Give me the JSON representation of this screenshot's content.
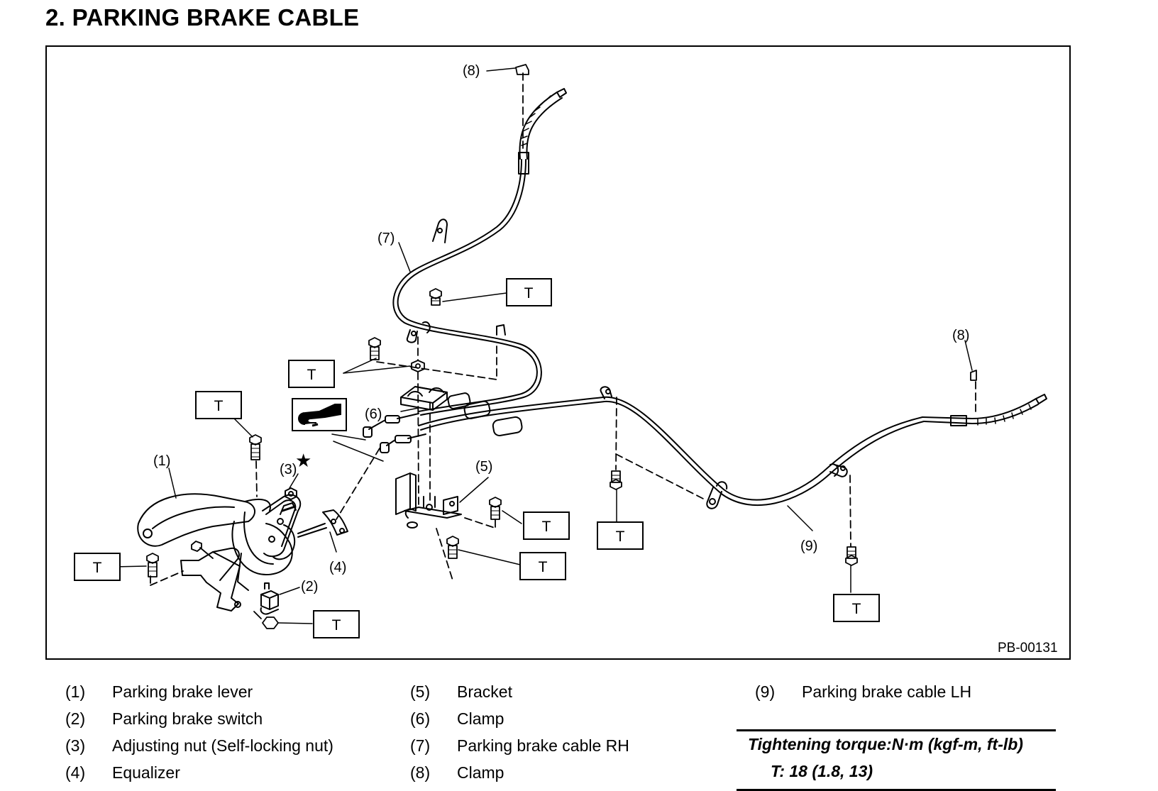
{
  "title": "2.  PARKING BRAKE CABLE",
  "figure": {
    "code": "PB-00131",
    "callouts": {
      "c1": "(1)",
      "c2": "(2)",
      "c3": "(3)",
      "c4": "(4)",
      "c5": "(5)",
      "c6": "(6)",
      "c7": "(7)",
      "c8a": "(8)",
      "c8b": "(8)",
      "c9": "(9)"
    },
    "torque_mark": "T",
    "star": "★"
  },
  "legend": [
    {
      "num": "(1)",
      "label": "Parking brake lever"
    },
    {
      "num": "(2)",
      "label": "Parking brake switch"
    },
    {
      "num": "(3)",
      "label": "Adjusting nut (Self-locking nut)"
    },
    {
      "num": "(4)",
      "label": "Equalizer"
    },
    {
      "num": "(5)",
      "label": "Bracket"
    },
    {
      "num": "(6)",
      "label": "Clamp"
    },
    {
      "num": "(7)",
      "label": "Parking brake cable RH"
    },
    {
      "num": "(8)",
      "label": "Clamp"
    },
    {
      "num": "(9)",
      "label": "Parking brake cable LH"
    }
  ],
  "torque": {
    "heading": "Tightening torque:N·m (kgf-m, ft-lb)",
    "spec": "T:   18 (1.8, 13)"
  }
}
